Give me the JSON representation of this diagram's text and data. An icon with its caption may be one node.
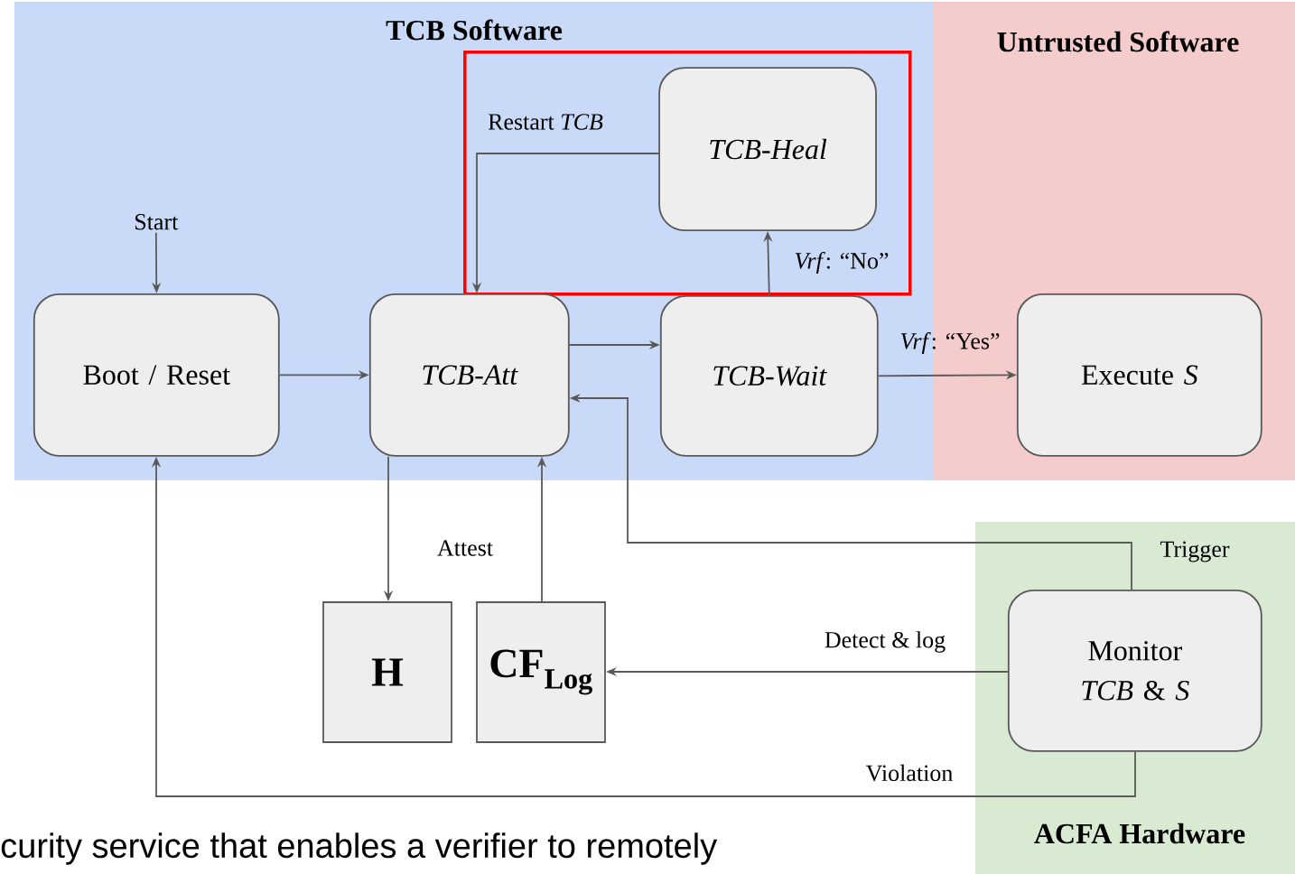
{
  "diagram": {
    "nodes": [
      {
        "text": [
          "TCB Software"
        ]
      },
      {
        "text": [],
        "shape": "box",
        "in": 0
      },
      {
        "text": [
          "TCB-Heal"
        ],
        "in": 1
      },
      {
        "text": [
          "Untrusted Software"
        ]
      },
      {
        "text": [
          "Start"
        ],
        "in": 0
      },
      {
        "text": [
          "Boot / Reset"
        ],
        "in": 0
      },
      {
        "text": [
          "TCB-Att"
        ],
        "in": 0
      },
      {
        "text": [
          "TCB-Wait"
        ],
        "in": 0
      },
      {
        "text": [
          "Execute *S*"
        ],
        "in": 3
      },
      {
        "text": [
          "ACFA Hardware"
        ]
      },
      {
        "text": [
          "H"
        ]
      },
      {
        "text": [
          "CF$_{Log}$"
        ]
      },
      {
        "text": [
          "Monitor *TCB* & *S*"
        ],
        "in": 9
      }
    ],
    "edges": [
      {
        "from": 4,
        "to": 5,
        "arrow": "to"
      },
      {
        "from": 5,
        "to": 6,
        "arrow": "to"
      },
      {
        "from": 6,
        "to": 7,
        "arrow": "to"
      },
      {
        "from": 7,
        "to": 2,
        "arrow": "to",
        "label": "*Vrf*: “No”"
      },
      {
        "from": 2,
        "to": 6,
        "arrow": "to",
        "label": "Restart *TCB*"
      },
      {
        "from": 7,
        "to": 8,
        "arrow": "to",
        "label": "*Vrf*: “Yes”"
      },
      {
        "from": 6,
        "to": 10,
        "arrow": "to"
      },
      {
        "from": 11,
        "to": 6,
        "arrow": "to"
      },
      {
        "from": 12,
        "to": 6,
        "arrow": "to",
        "label": "Trigger"
      },
      {
        "from": 12,
        "to": 11,
        "arrow": "to",
        "label": "Detect & log"
      },
      {
        "from": 12,
        "to": 5,
        "arrow": "to",
        "label": "Violation"
      }
    ],
    "labels": [
      "Attest",
      "curity service that enables a verifier to remotely"
    ]
  }
}
